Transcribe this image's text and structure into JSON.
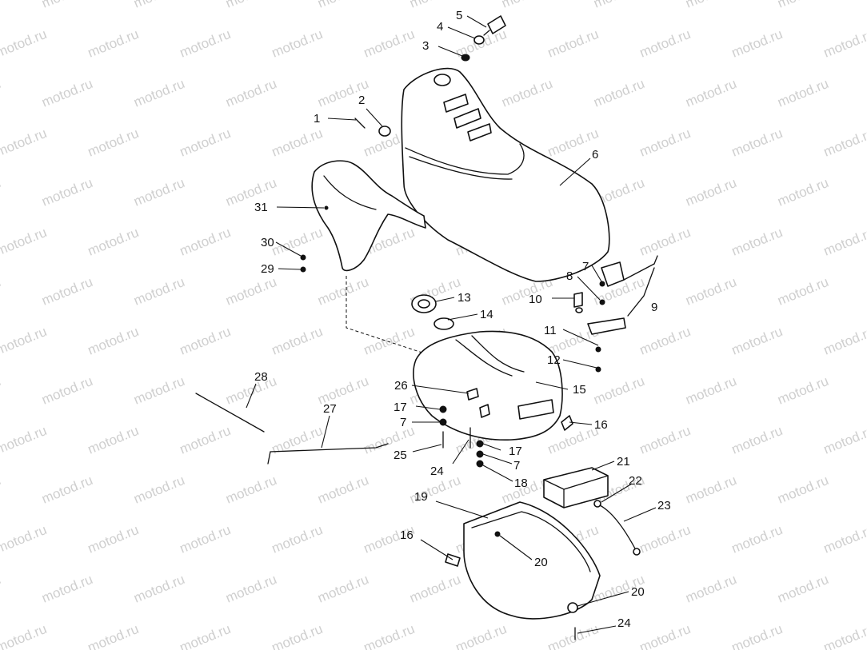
{
  "watermark": "motod.ru",
  "callouts": [
    {
      "id": "c1",
      "label": "1"
    },
    {
      "id": "c2",
      "label": "2"
    },
    {
      "id": "c3",
      "label": "3"
    },
    {
      "id": "c4",
      "label": "4"
    },
    {
      "id": "c5",
      "label": "5"
    },
    {
      "id": "c6",
      "label": "6"
    },
    {
      "id": "c7a",
      "label": "7"
    },
    {
      "id": "c7b",
      "label": "7"
    },
    {
      "id": "c7c",
      "label": "7"
    },
    {
      "id": "c8",
      "label": "8"
    },
    {
      "id": "c9",
      "label": "9"
    },
    {
      "id": "c10",
      "label": "10"
    },
    {
      "id": "c11",
      "label": "11"
    },
    {
      "id": "c12",
      "label": "12"
    },
    {
      "id": "c13",
      "label": "13"
    },
    {
      "id": "c14",
      "label": "14"
    },
    {
      "id": "c15",
      "label": "15"
    },
    {
      "id": "c16a",
      "label": "16"
    },
    {
      "id": "c16b",
      "label": "16"
    },
    {
      "id": "c17a",
      "label": "17"
    },
    {
      "id": "c17b",
      "label": "17"
    },
    {
      "id": "c18",
      "label": "18"
    },
    {
      "id": "c19",
      "label": "19"
    },
    {
      "id": "c20a",
      "label": "20"
    },
    {
      "id": "c20b",
      "label": "20"
    },
    {
      "id": "c21",
      "label": "21"
    },
    {
      "id": "c22",
      "label": "22"
    },
    {
      "id": "c23",
      "label": "23"
    },
    {
      "id": "c24a",
      "label": "24"
    },
    {
      "id": "c24b",
      "label": "24"
    },
    {
      "id": "c25",
      "label": "25"
    },
    {
      "id": "c26",
      "label": "26"
    },
    {
      "id": "c27",
      "label": "27"
    },
    {
      "id": "c28",
      "label": "28"
    },
    {
      "id": "c29",
      "label": "29"
    },
    {
      "id": "c30",
      "label": "30"
    },
    {
      "id": "c31",
      "label": "31"
    }
  ]
}
